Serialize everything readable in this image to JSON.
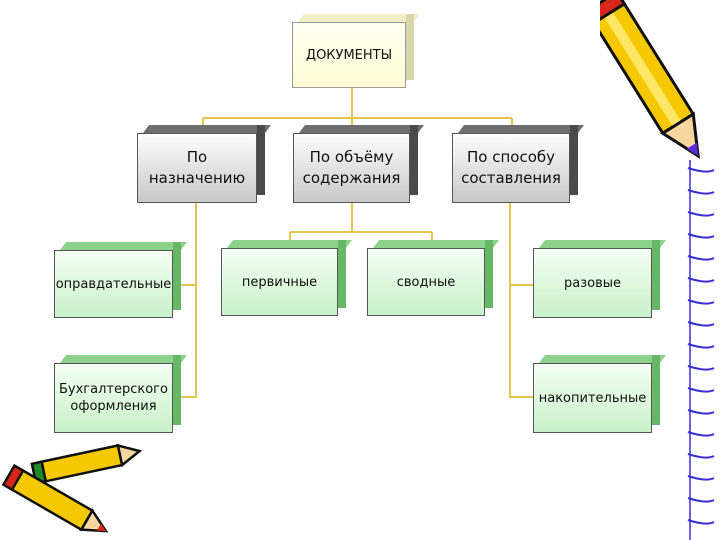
{
  "diagram": {
    "root": {
      "label": "ДОКУМЕНТЫ"
    },
    "categories": [
      {
        "line1": "По",
        "line2": "назначению"
      },
      {
        "line1": "По объёму",
        "line2": "содержания"
      },
      {
        "line1": "По способу",
        "line2": "составления"
      }
    ],
    "leaves": [
      {
        "line1": "оправдательные",
        "line2": ""
      },
      {
        "line1": "Бухгалтерского",
        "line2": "оформления"
      },
      {
        "line1": "первичные",
        "line2": ""
      },
      {
        "line1": "сводные",
        "line2": ""
      },
      {
        "line1": "разовые",
        "line2": ""
      },
      {
        "line1": "накопительные",
        "line2": ""
      }
    ]
  },
  "colors": {
    "connector": "#e6c64a",
    "root_fill": "#fffbd6",
    "category_fill": "#d4d4d4",
    "leaf_fill": "#d4f5d4",
    "pencil_yellow": "#f5c800",
    "pencil_red": "#d8261b"
  },
  "icons": [
    "pencil-icon",
    "pencils-icon",
    "spiral-binding-icon"
  ]
}
